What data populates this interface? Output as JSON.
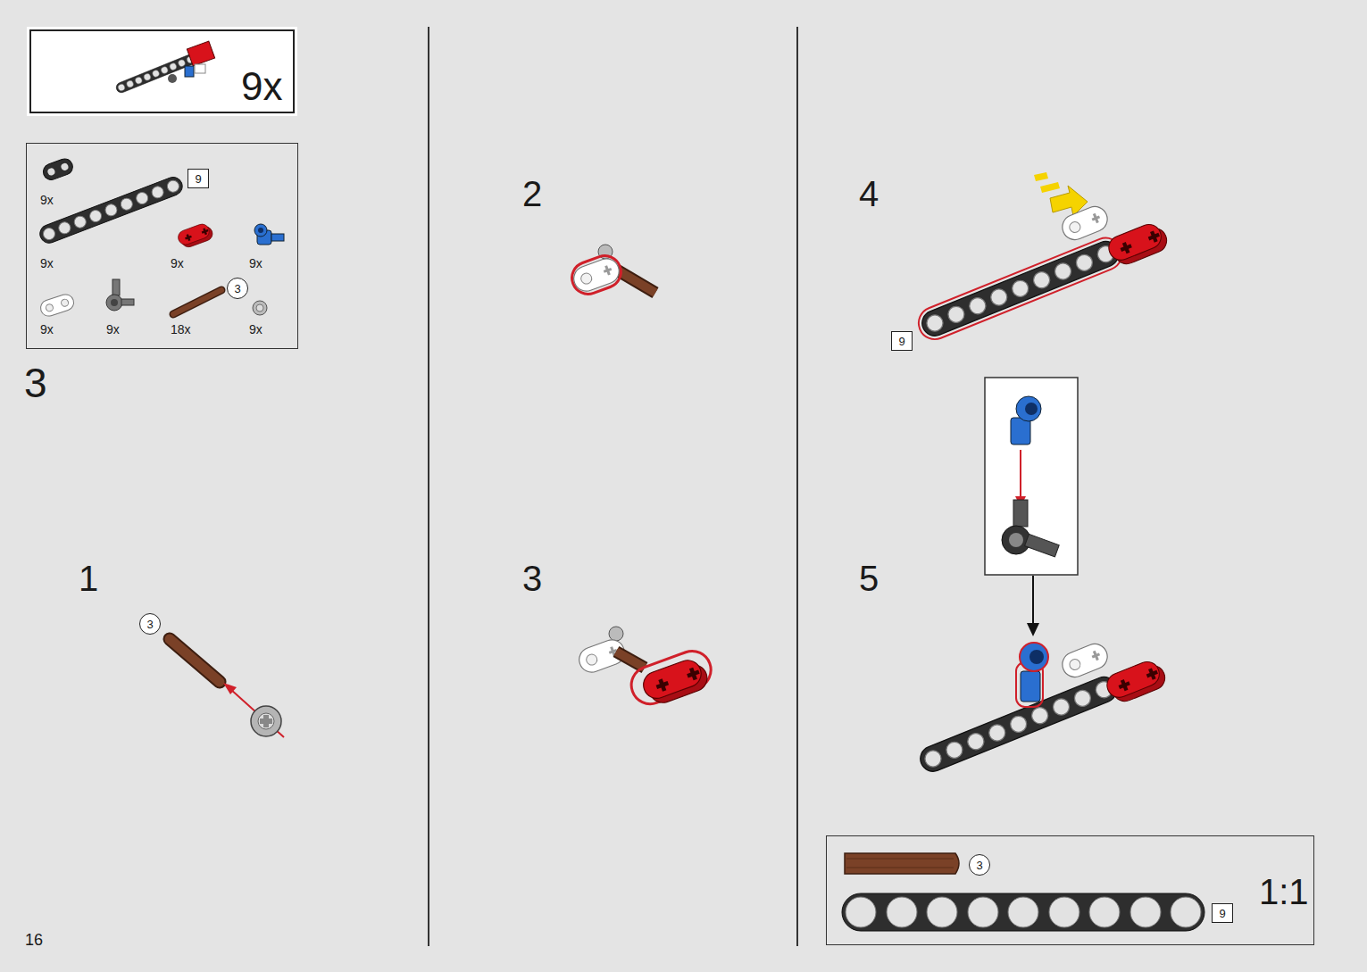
{
  "diagram": {
    "nodes": [
      {
        "text": [
          "9x"
        ]
      },
      {
        "text": [
          "9x",
          "9x",
          "9x",
          "9x",
          "9x",
          "9x",
          "18x",
          "9x"
        ]
      },
      {
        "text": [
          "9"
        ],
        "in": 1
      },
      {
        "text": [
          "3"
        ],
        "in": 1
      },
      {
        "text": [
          "3"
        ]
      },
      {
        "text": [
          "9"
        ]
      },
      {
        "text": [
          "1:1"
        ]
      },
      {
        "text": [
          "3"
        ],
        "in": 6
      },
      {
        "text": [
          "9"
        ],
        "in": 6
      }
    ],
    "labels": [
      "3",
      "1",
      "2",
      "3",
      "4",
      "5",
      "16"
    ]
  }
}
